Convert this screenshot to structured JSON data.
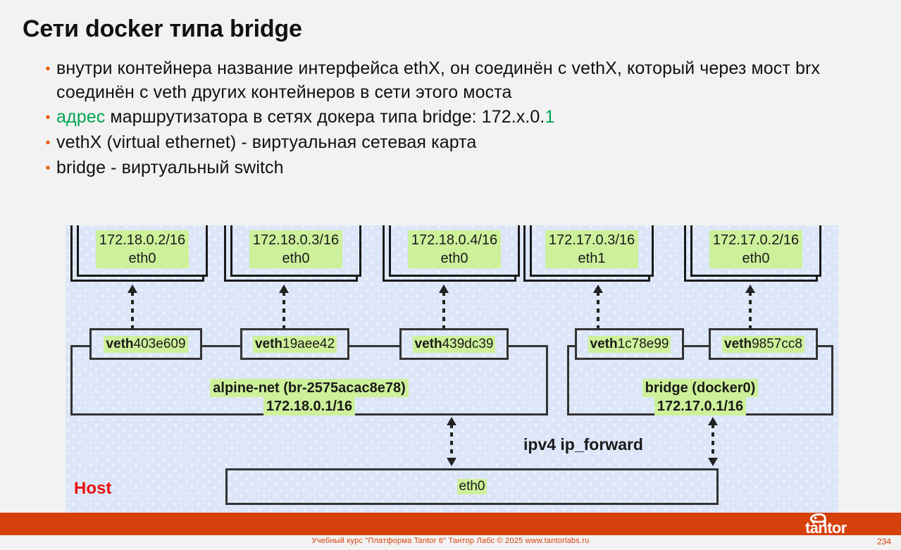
{
  "slide": {
    "title": "Сети docker типа bridge",
    "page_number": "234"
  },
  "bullets": [
    {
      "id": "bullet-1",
      "text": "внутри контейнера название интерфейса ethX, он соединён с vethX, который через мост brx соединён с veth других контейнеров в сети этого моста"
    },
    {
      "id": "bullet-2",
      "prefix_green": "адрес",
      "text": " маршрутизатора в сетях докера типа bridge: 172.x.0.",
      "suffix_green": "1"
    },
    {
      "id": "bullet-3",
      "text": "vethX (virtual ethernet) - виртуальная сетевая карта"
    },
    {
      "id": "bullet-4",
      "text": "bridge - виртуальный switch"
    }
  ],
  "diagram": {
    "host_label": "Host",
    "ip_forward_label": "ipv4 ip_forward",
    "host_interface": "eth0",
    "containers": [
      {
        "ip": "172.18.0.2/16",
        "iface": "eth0"
      },
      {
        "ip": "172.18.0.3/16",
        "iface": "eth0"
      },
      {
        "ip": "172.18.0.4/16",
        "iface": "eth0"
      },
      {
        "ip": "172.17.0.3/16",
        "iface": "eth1"
      },
      {
        "ip": "172.17.0.2/16",
        "iface": "eth0"
      }
    ],
    "veths": [
      {
        "bold": "veth",
        "rest": "403e609"
      },
      {
        "bold": "veth",
        "rest": "19aee42"
      },
      {
        "bold": "veth",
        "rest": "439dc39"
      },
      {
        "bold": "veth",
        "rest": "1c78e99"
      },
      {
        "bold": "veth",
        "rest": "9857cc8"
      }
    ],
    "bridges": [
      {
        "name": "alpine-net (br-2575acac8e78)",
        "subnet": "172.18.0.1/16"
      },
      {
        "name": "bridge (docker0)",
        "subnet": "172.17.0.1/16"
      }
    ]
  },
  "footer": {
    "text": "Учебный курс \"Платформа Tantor 6\" Тантор Лабс © 2025 www.tantorlabs.ru",
    "logo_text": "tantor"
  },
  "colors": {
    "brand_orange": "#d6400c",
    "bullet_orange": "#e8610f",
    "accent_green": "#00a550",
    "highlight_green": "#cdf09b",
    "diagram_bg": "#dce6f8",
    "host_red": "#e8100f"
  }
}
